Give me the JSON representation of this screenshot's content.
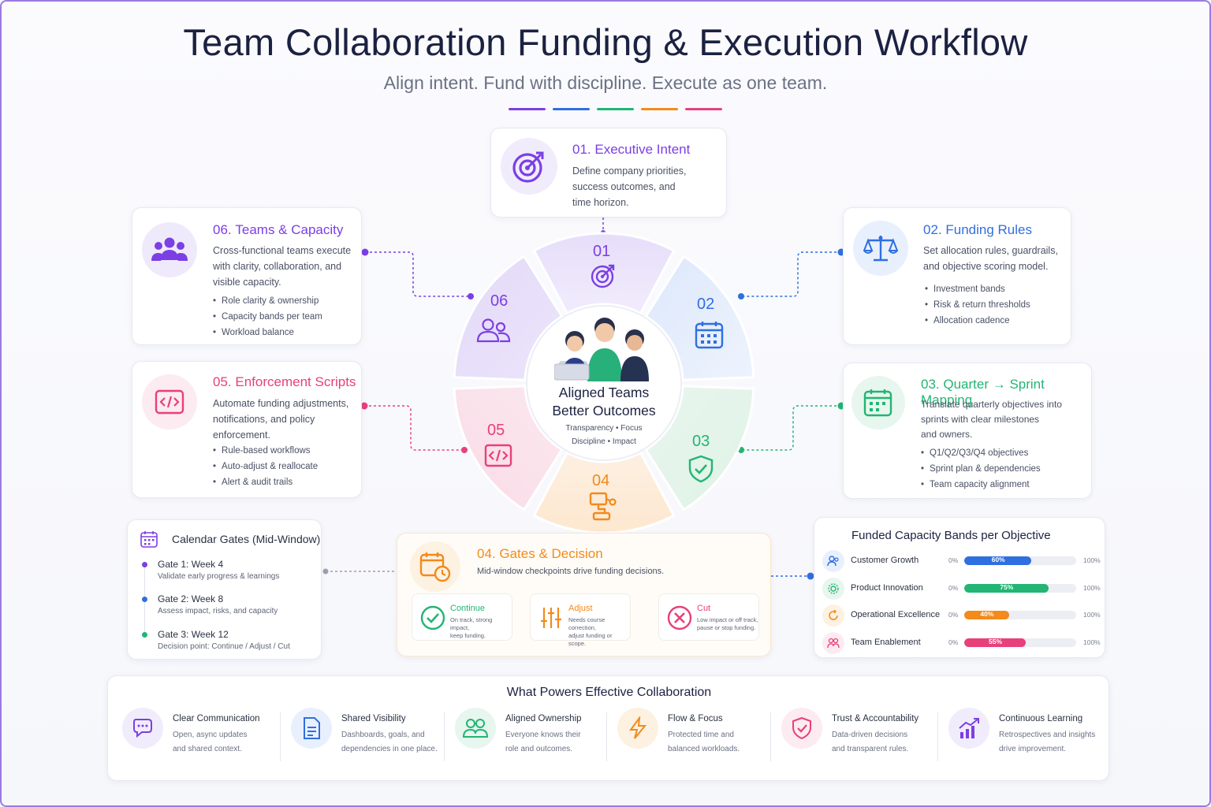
{
  "header": {
    "title": "Team Collaboration Funding & Execution Workflow",
    "subtitle": "Align intent. Fund with discipline. Execute as one team.",
    "accent_colors": [
      "#7b3fe4",
      "#2f6fe0",
      "#22b573",
      "#f28a1c",
      "#e8407a"
    ]
  },
  "center": {
    "title_line1": "Aligned Teams",
    "title_line2": "Better Outcomes",
    "tags_line1": "Transparency • Focus",
    "tags_line2": "Discipline • Impact"
  },
  "wheel": {
    "segments": [
      {
        "num": "01",
        "color": "#7b3fe4",
        "icon": "target-icon"
      },
      {
        "num": "02",
        "color": "#2f6fe0",
        "icon": "calendar-icon"
      },
      {
        "num": "03",
        "color": "#22b573",
        "icon": "shield-check-icon"
      },
      {
        "num": "04",
        "color": "#f28a1c",
        "icon": "flow-icon"
      },
      {
        "num": "05",
        "color": "#e8407a",
        "icon": "code-icon"
      },
      {
        "num": "06",
        "color": "#7b3fe4",
        "icon": "users-icon"
      }
    ]
  },
  "steps": {
    "s01": {
      "num": "01.",
      "title": "Executive Intent",
      "desc": [
        "Define company priorities,",
        "success outcomes, and",
        "time horizon."
      ]
    },
    "s02": {
      "num": "02.",
      "title": "Funding Rules",
      "desc": [
        "Set allocation rules, guardrails,",
        "and objective scoring model."
      ],
      "bullets": [
        "Investment bands",
        "Risk & return thresholds",
        "Allocation cadence"
      ]
    },
    "s03": {
      "num": "03.",
      "title": "Quarter → Sprint Mapping",
      "desc": [
        "Translate quarterly objectives into",
        "sprints with clear milestones",
        "and owners."
      ],
      "bullets": [
        "Q1/Q2/Q3/Q4 objectives",
        "Sprint plan & dependencies",
        "Team capacity alignment"
      ]
    },
    "s04": {
      "num": "04.",
      "title": "Gates & Decision",
      "desc": "Mid-window checkpoints drive funding decisions."
    },
    "s05": {
      "num": "05.",
      "title": "Enforcement Scripts",
      "desc": [
        "Automate funding adjustments,",
        "notifications, and policy",
        "enforcement."
      ],
      "bullets": [
        "Rule-based workflows",
        "Auto-adjust & reallocate",
        "Alert & audit trails"
      ]
    },
    "s06": {
      "num": "06.",
      "title": "Teams & Capacity",
      "desc": [
        "Cross-functional teams execute",
        "with clarity, collaboration, and",
        "visible capacity."
      ],
      "bullets": [
        "Role clarity & ownership",
        "Capacity bands per team",
        "Workload balance"
      ]
    }
  },
  "decisions": [
    {
      "title": "Continue",
      "desc": [
        "On track, strong impact,",
        "keep funding."
      ],
      "color": "#22b573"
    },
    {
      "title": "Adjust",
      "desc": [
        "Needs course correction,",
        "adjust funding or scope."
      ],
      "color": "#f28a1c"
    },
    {
      "title": "Cut",
      "desc": [
        "Low impact or off track,",
        "pause or stop funding."
      ],
      "color": "#e8407a"
    }
  ],
  "gates": {
    "title": "Calendar Gates (Mid-Window)",
    "items": [
      {
        "title": "Gate 1: Week 4",
        "desc": "Validate early progress & learnings",
        "color": "#7b3fe4"
      },
      {
        "title": "Gate 2: Week 8",
        "desc": "Assess impact, risks, and capacity",
        "color": "#2f6fe0"
      },
      {
        "title": "Gate 3: Week 12",
        "desc": "Decision point: Continue / Adjust / Cut",
        "color": "#22b573"
      }
    ]
  },
  "bands": {
    "title": "Funded Capacity Bands per Objective",
    "min_label": "0%",
    "max_label": "100%",
    "items": [
      {
        "label": "Customer Growth",
        "value": 60,
        "value_label": "60%",
        "color": "#2f6fe0",
        "icon": "users-icon"
      },
      {
        "label": "Product Innovation",
        "value": 75,
        "value_label": "75%",
        "color": "#22b573",
        "icon": "gear-icon"
      },
      {
        "label": "Operational Excellence",
        "value": 40,
        "value_label": "40%",
        "color": "#f28a1c",
        "icon": "refresh-icon"
      },
      {
        "label": "Team Enablement",
        "value": 55,
        "value_label": "55%",
        "color": "#e8407a",
        "icon": "people-icon"
      }
    ]
  },
  "powers": {
    "title": "What Powers Effective Collaboration",
    "items": [
      {
        "title": "Clear Communication",
        "desc": [
          "Open, async updates",
          "and shared context."
        ],
        "color": "#7b3fe4",
        "icon": "chat-icon"
      },
      {
        "title": "Shared Visibility",
        "desc": [
          "Dashboards, goals, and",
          "dependencies in one place."
        ],
        "color": "#2f6fe0",
        "icon": "document-icon"
      },
      {
        "title": "Aligned Ownership",
        "desc": [
          "Everyone knows their",
          "role and outcomes."
        ],
        "color": "#22b573",
        "icon": "team-icon"
      },
      {
        "title": "Flow & Focus",
        "desc": [
          "Protected time and",
          "balanced workloads."
        ],
        "color": "#f28a1c",
        "icon": "lightning-icon"
      },
      {
        "title": "Trust & Accountability",
        "desc": [
          "Data-driven decisions",
          "and transparent rules."
        ],
        "color": "#e8407a",
        "icon": "shield-icon"
      },
      {
        "title": "Continuous Learning",
        "desc": [
          "Retrospectives and insights",
          "drive improvement."
        ],
        "color": "#7b3fe4",
        "icon": "growth-chart-icon"
      }
    ]
  }
}
